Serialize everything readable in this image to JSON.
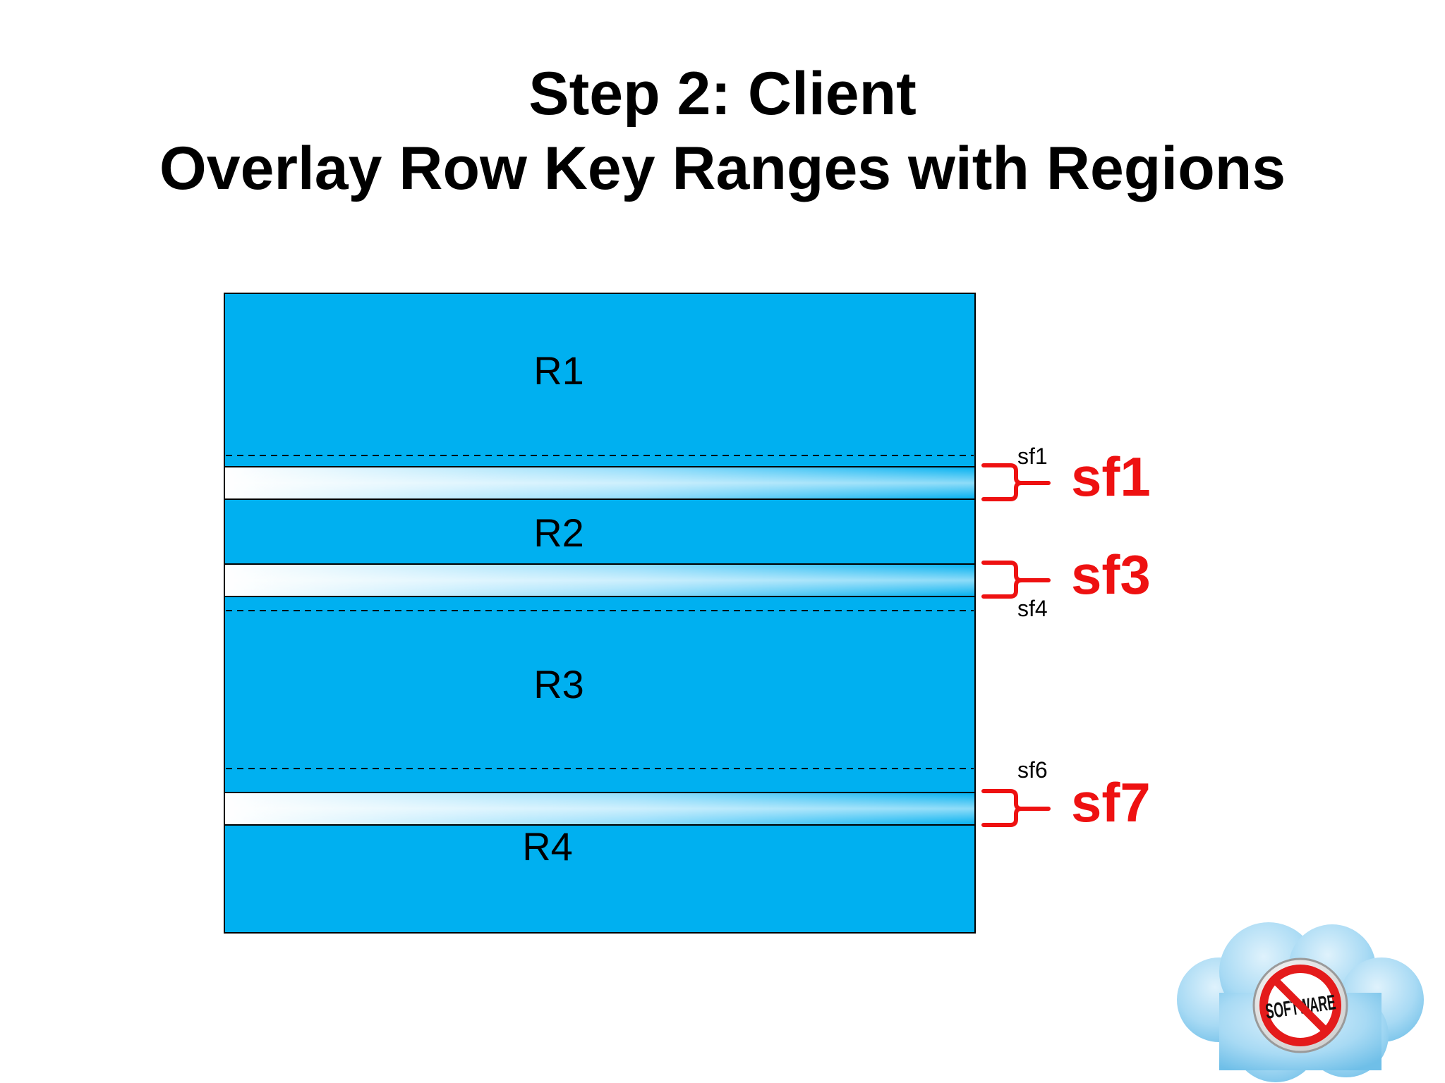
{
  "title": {
    "line1": "Step 2: Client",
    "line2": "Overlay Row Key Ranges with Regions"
  },
  "colors": {
    "region_fill": "#00b0f0",
    "highlight": "#ee1111",
    "outline": "#000000"
  },
  "regions": [
    {
      "label": "R1"
    },
    {
      "label": "R2"
    },
    {
      "label": "R3"
    },
    {
      "label": "R4"
    }
  ],
  "store_file_labels": [
    {
      "label": "sf1"
    },
    {
      "label": "sf4"
    },
    {
      "label": "sf6"
    }
  ],
  "highlighted_store_files": [
    {
      "label": "sf1"
    },
    {
      "label": "sf3"
    },
    {
      "label": "sf7"
    }
  ],
  "logo": {
    "icon": "no-software-cloud-icon",
    "text": "SOFTWARE"
  }
}
